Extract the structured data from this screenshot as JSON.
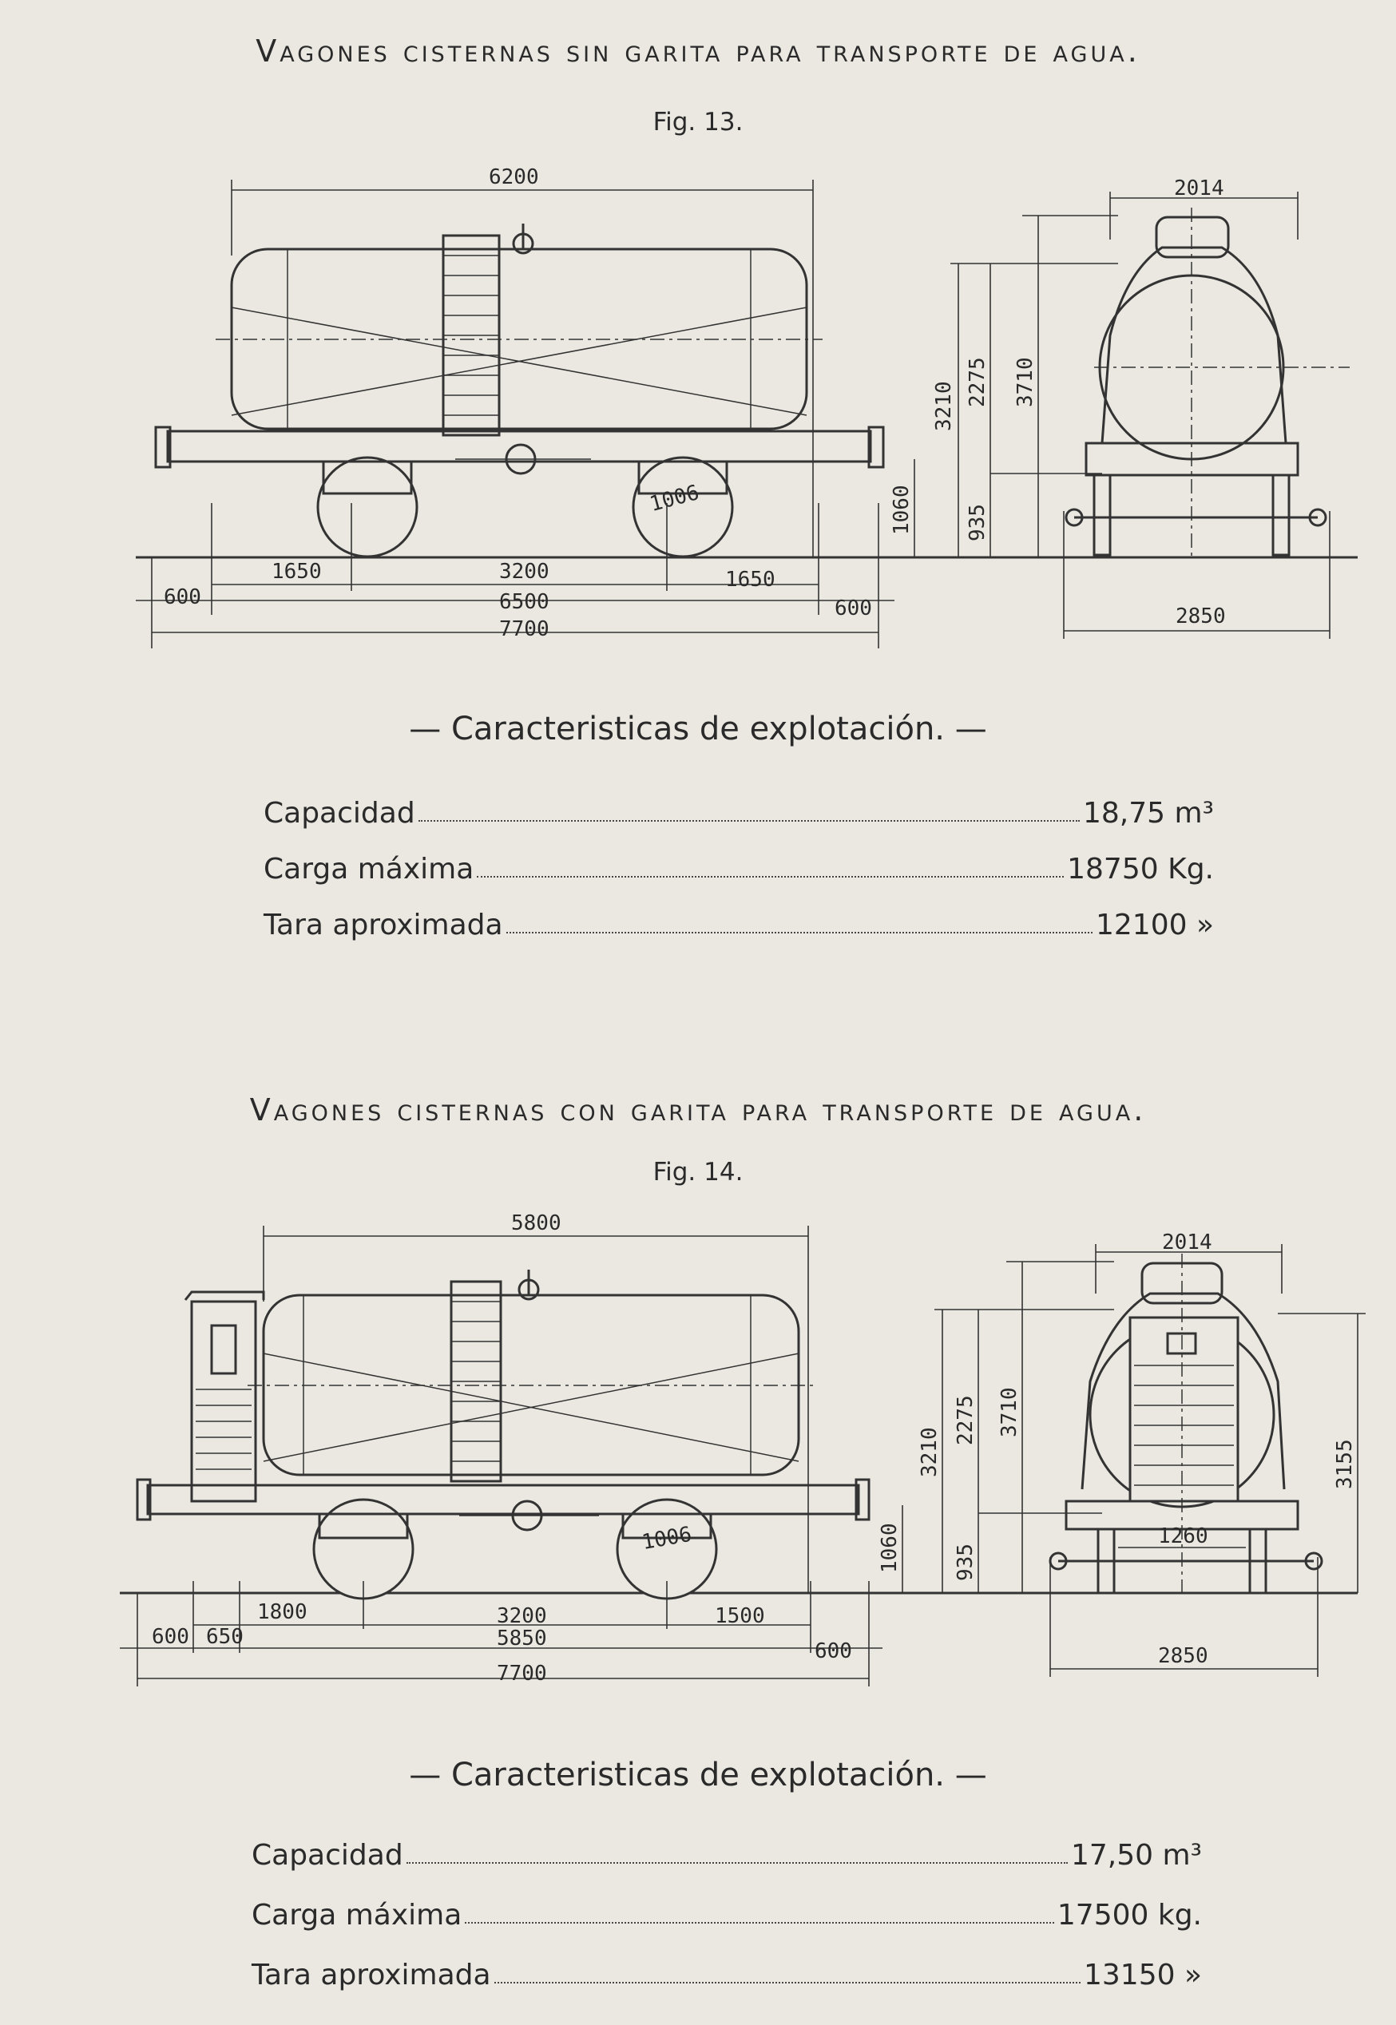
{
  "fig13": {
    "title": "Vagones cisternas sin garita para transporte de agua.",
    "figure": "Fig. 13.",
    "dims": {
      "top_length": "6200",
      "end_width": "2014",
      "h_3210": "3210",
      "h_2275": "2275",
      "h_3710": "3710",
      "h_1060": "1060",
      "h_935": "935",
      "wheel": "1006",
      "d_1650a": "1650",
      "d_3200": "3200",
      "d_1650b": "1650",
      "d_600a": "600",
      "d_6500": "6500",
      "d_600b": "600",
      "d_7700": "7700",
      "d_2850": "2850"
    },
    "section_title": "— Caracteristicas de explotación. —",
    "characteristics": [
      {
        "label": "Capacidad",
        "value": "18,75  m³"
      },
      {
        "label": "Carga máxima",
        "value": "18750 Kg."
      },
      {
        "label": "Tara aproximada",
        "value": "12100  »"
      }
    ]
  },
  "fig14": {
    "title": "Vagones cisternas con garita para transporte de agua.",
    "figure": "Fig. 14.",
    "dims": {
      "top_length": "5800",
      "end_width": "2014",
      "h_3210": "3210",
      "h_2275": "2275",
      "h_3710": "3710",
      "h_3155": "3155",
      "h_1060": "1060",
      "h_935": "935",
      "wheel": "1006",
      "d_1260": "1260",
      "d_1800": "1800",
      "d_3200": "3200",
      "d_1500": "1500",
      "d_600a": "600",
      "d_650": "650",
      "d_5850": "5850",
      "d_600b": "600",
      "d_7700": "7700",
      "d_2850": "2850"
    },
    "section_title": "— Caracteristicas de explotación. —",
    "characteristics": [
      {
        "label": "Capacidad",
        "value": "17,50  m³"
      },
      {
        "label": "Carga máxima",
        "value": "17500 kg."
      },
      {
        "label": "Tara aproximada",
        "value": "13150  »"
      }
    ]
  }
}
